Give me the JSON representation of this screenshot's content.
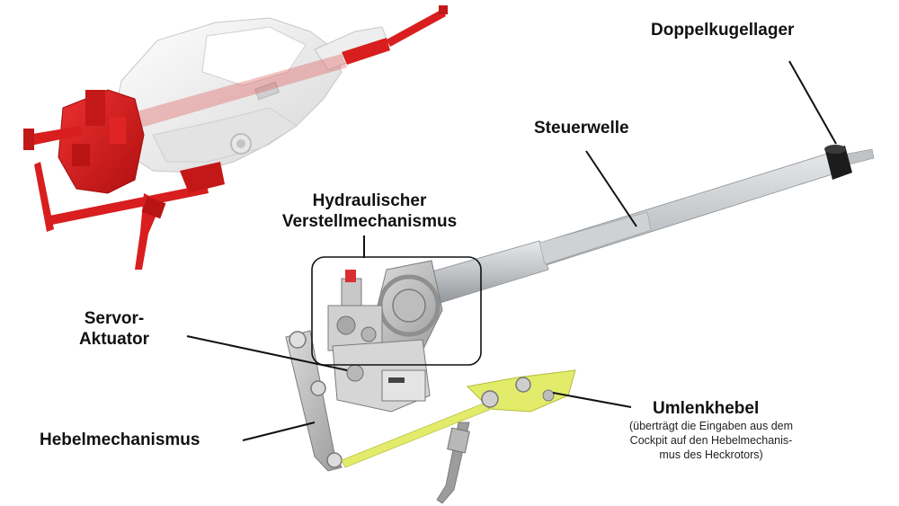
{
  "labels": {
    "doppelkugellager": "Doppelkugellager",
    "steuerwelle": "Steuerwelle",
    "hydraulisch": [
      "Hydraulischer",
      "Verstellmechanismus"
    ],
    "servo": [
      "Servor-",
      "Aktuator"
    ],
    "hebelmechanismus": "Hebelmechanismus",
    "umlenkhebel": {
      "title": "Umlenkhebel",
      "description": [
        "(überträgt die Eingaben aus dem",
        "Cockpit auf den Hebelmechanis-",
        "mus des Heckrotors)"
      ]
    }
  },
  "colors": {
    "gearbox_body": "#f2f2f2",
    "gearbox_shade": "#d8d8d8",
    "red_parts": "#d81e1e",
    "shaft": "#c9ccce",
    "shaft_dark": "#9a9ea2",
    "lever_yellow": "#e3ec6a",
    "leader_line": "#111111",
    "bearing": "#1c1c1c"
  }
}
